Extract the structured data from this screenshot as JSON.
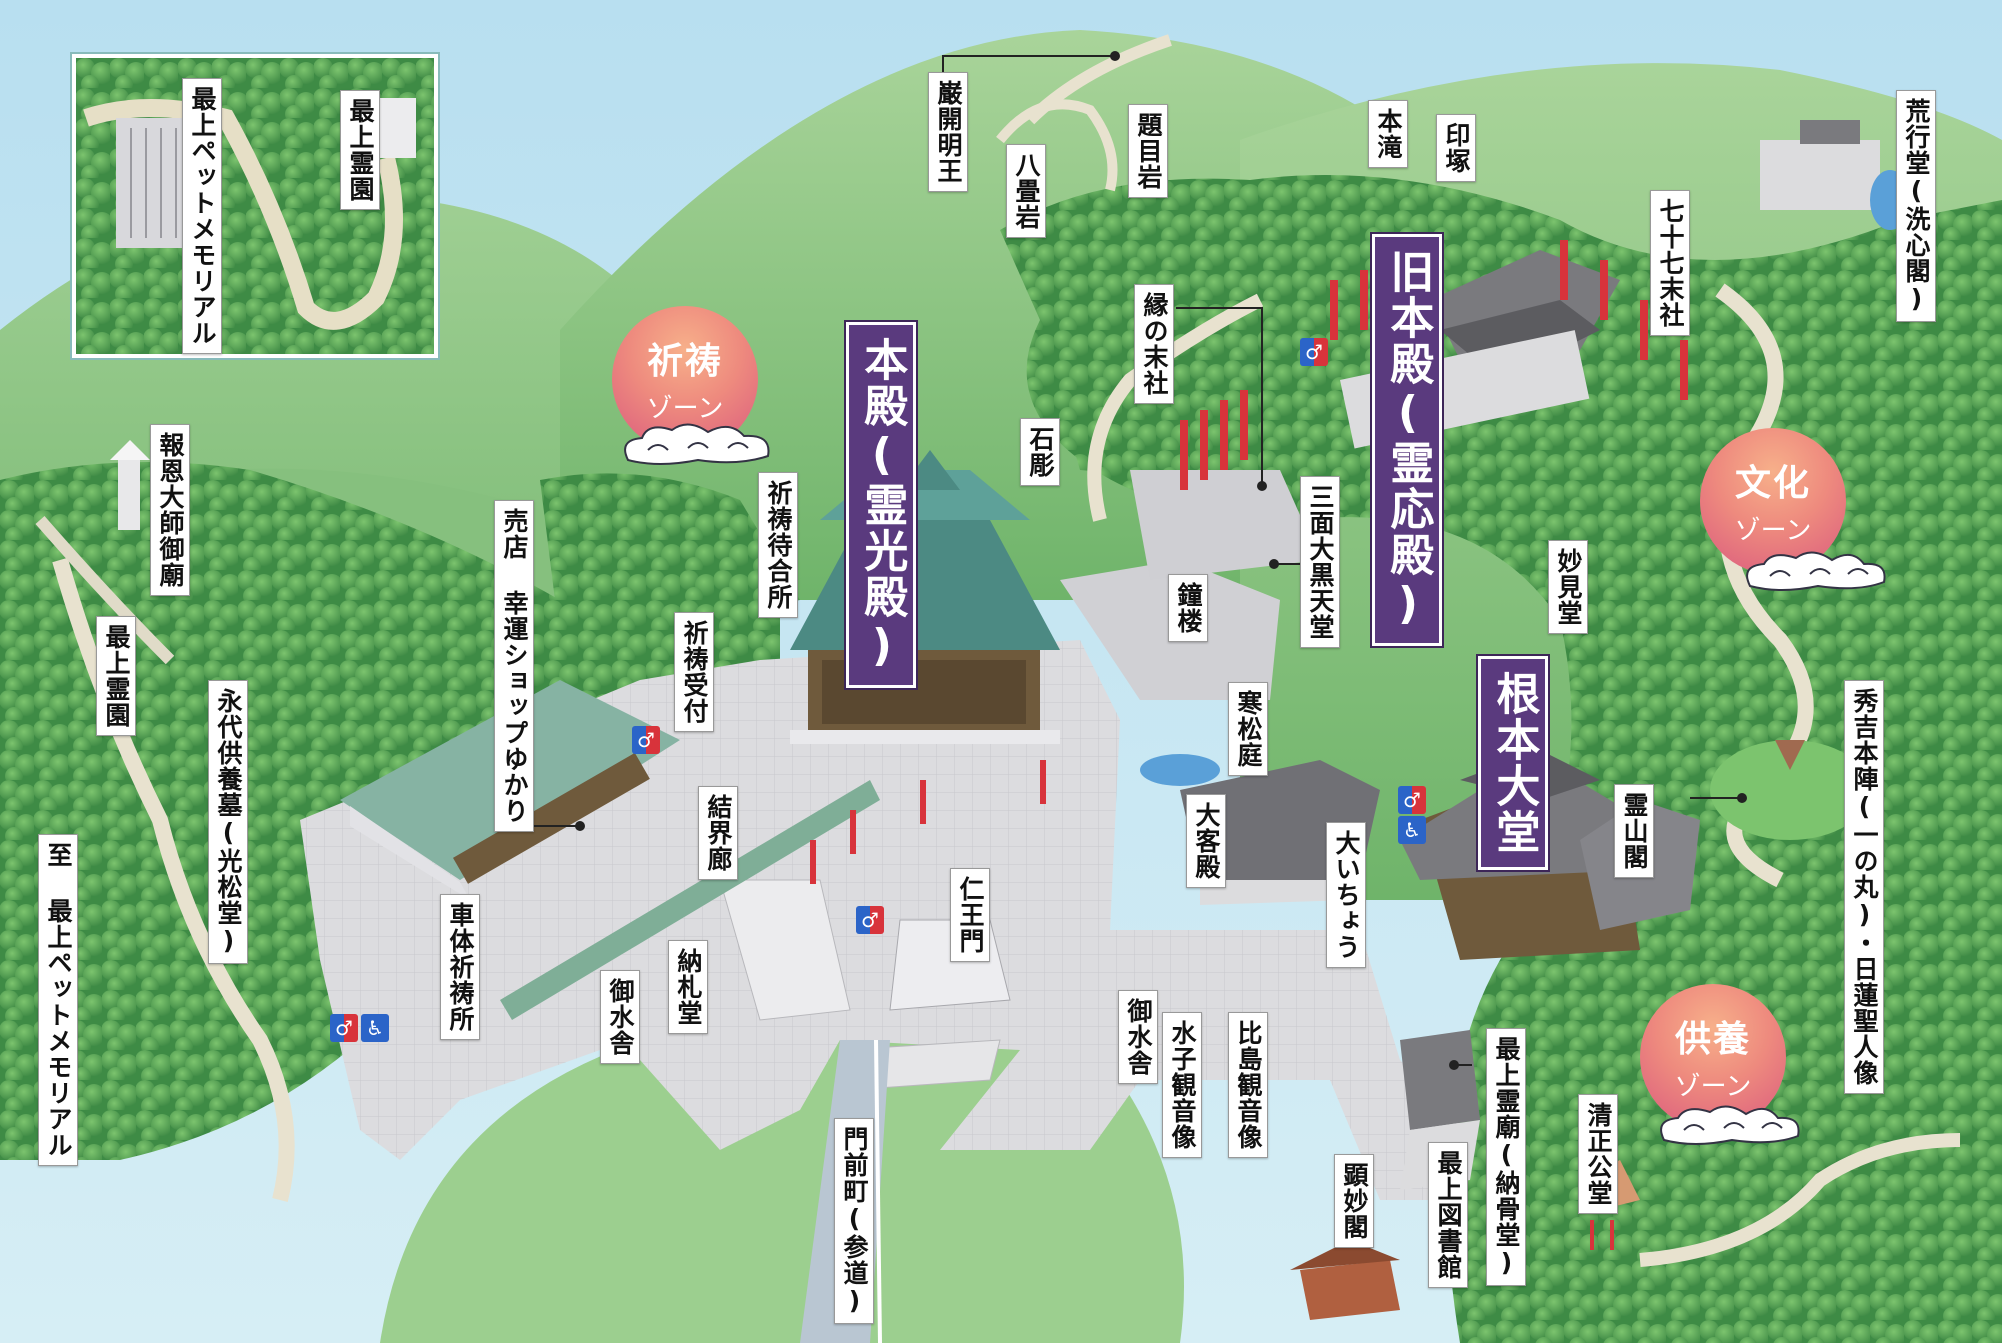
{
  "zones": {
    "kito": {
      "title": "祈祷",
      "sub": "ゾーン"
    },
    "bunka": {
      "title": "文化",
      "sub": "ゾーン"
    },
    "kuyo": {
      "title": "供養",
      "sub": "ゾーン"
    }
  },
  "major_buildings": {
    "honden": "本殿(霊光殿)",
    "kyu_honden": "旧本殿(霊応殿)",
    "konpon_daido": "根本大堂"
  },
  "labels": {
    "saijo_pet_inset": "最上ペットメモリアル",
    "saijo_reien_inset": "最上霊園",
    "ganka_myoo": "巌開明王",
    "hachijo_iwa": "八畳岩",
    "daimoku_iwa": "題目岩",
    "hontaki": "本滝",
    "inzuka": "印塚",
    "aragyodo": "荒行堂(洗心閣)",
    "shichijushichi_massha": "七十七末社",
    "en_no_massha": "縁の末社",
    "sekicho": "石彫",
    "kito_machiaisho": "祈祷待合所",
    "baiten": "売店 幸運ショップゆかり",
    "kito_uketsuke": "祈祷受付",
    "sanmen_daikokuten": "三面大黒天堂",
    "shoro": "鐘楼",
    "myokendo": "妙見堂",
    "hoon_daishi": "報恩大師御廟",
    "saijo_reien": "最上霊園",
    "eidai_kuyobo": "永代供養墓(光松堂)",
    "to_saijo_pet": "至 最上ペットメモリアル",
    "kanshotei": "寒松庭",
    "kekkairo": "結界廊",
    "niomon": "仁王門",
    "taikyakuden": "大客殿",
    "oicho": "大いちょう",
    "reizankaku": "霊山閣",
    "hideyoshi_honjin": "秀吉本陣(一の丸)・日蓮聖人像",
    "shatai_kitosho": "車体祈祷所",
    "omizuya_left": "御水舎",
    "nosatsudo": "納札堂",
    "omizuya_center": "御水舎",
    "mizuko_kannon": "水子観音像",
    "hijima_kannon": "比島観音像",
    "saijo_reibyo": "最上霊廟(納骨堂)",
    "kiyomasa_kodo": "清正公堂",
    "saijo_toshokan": "最上図書館",
    "kenmyokaku": "顕妙閣",
    "monzenmachi": "門前町(参道)"
  },
  "icons": {
    "restroom": "restroom-icon",
    "accessible": "wheelchair-icon"
  },
  "colors": {
    "zone_gradient": "#ee8a7e",
    "major_label_bg": "#5a3a7e",
    "forest": "#4f9a4f",
    "hill": "#8fc68a",
    "plaza": "#d9d9db",
    "sky": "#bfe3ef",
    "torii": "#d8333b"
  }
}
